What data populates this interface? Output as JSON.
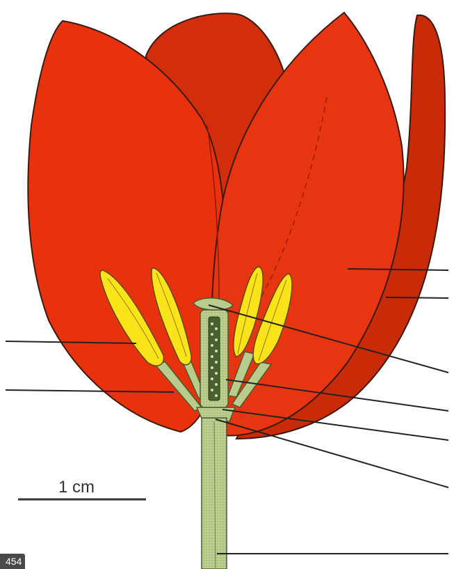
{
  "scale_bar": {
    "label": "1 cm"
  },
  "badge": {
    "text": "454"
  },
  "colors": {
    "petal": "#e8320e",
    "petal_dark": "#c92a08",
    "petal_outline": "#3a1a10",
    "anther": "#fbe31a",
    "anther_outline": "#5a4a10",
    "stem": "#b9cc8c",
    "stem_outline": "#4a5a30",
    "leader_line": "#222222"
  },
  "leader_lines_left": [
    "line-1",
    "line-2"
  ],
  "leader_lines_right": [
    "line-1",
    "line-2",
    "line-3",
    "line-4",
    "line-5",
    "line-6",
    "line-7"
  ]
}
